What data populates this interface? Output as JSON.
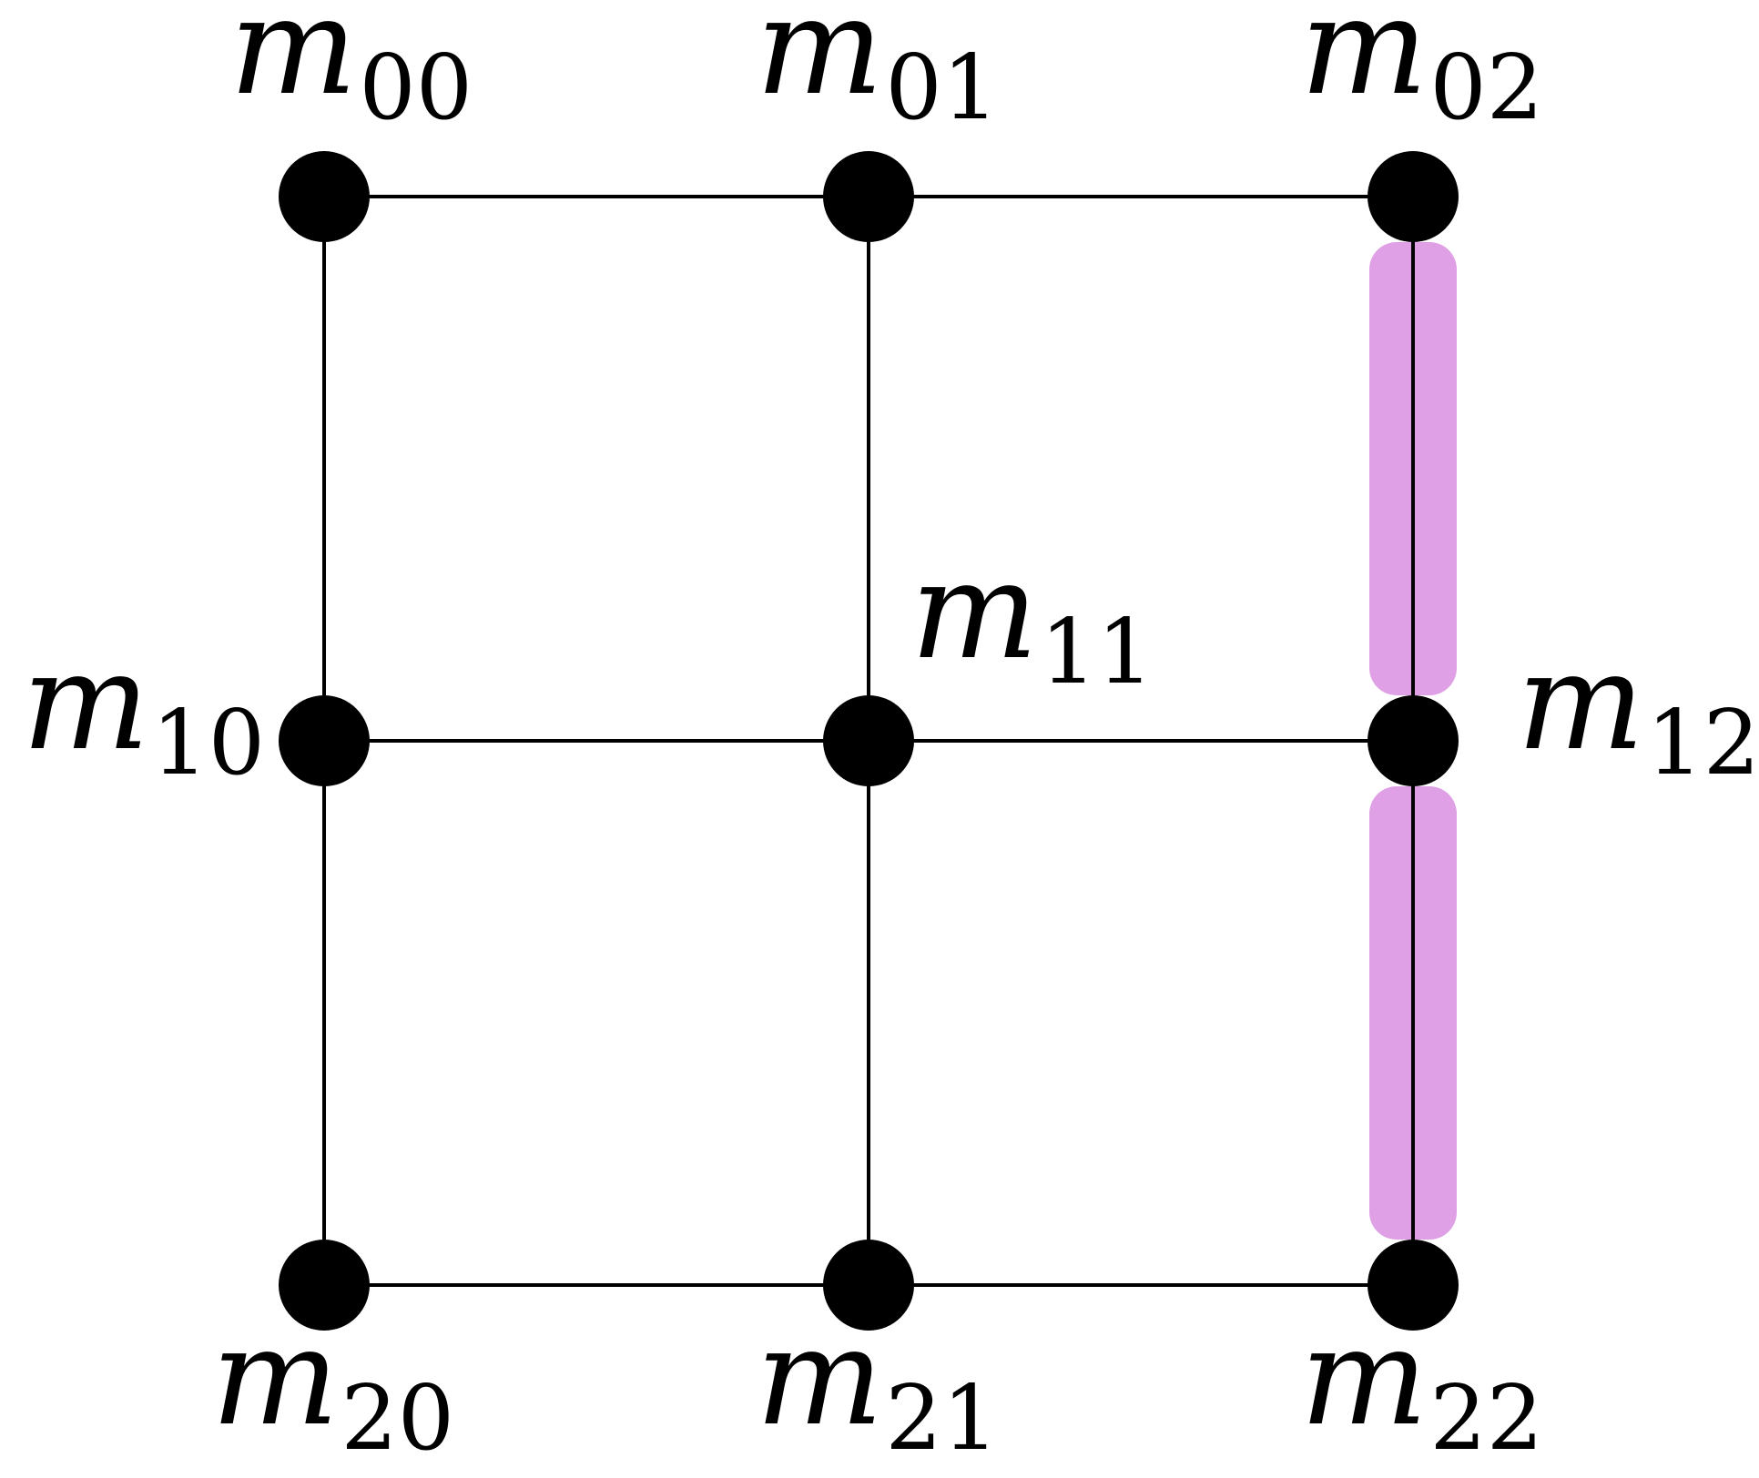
{
  "diagram": {
    "type": "grid-graph",
    "rows": 3,
    "cols": 3,
    "nodes": [
      {
        "id": "m00",
        "row": 0,
        "col": 0,
        "label": {
          "base": "m",
          "sub": "00"
        }
      },
      {
        "id": "m01",
        "row": 0,
        "col": 1,
        "label": {
          "base": "m",
          "sub": "01"
        }
      },
      {
        "id": "m02",
        "row": 0,
        "col": 2,
        "label": {
          "base": "m",
          "sub": "02"
        }
      },
      {
        "id": "m10",
        "row": 1,
        "col": 0,
        "label": {
          "base": "m",
          "sub": "10"
        }
      },
      {
        "id": "m11",
        "row": 1,
        "col": 1,
        "label": {
          "base": "m",
          "sub": "11"
        }
      },
      {
        "id": "m12",
        "row": 1,
        "col": 2,
        "label": {
          "base": "m",
          "sub": "12"
        }
      },
      {
        "id": "m20",
        "row": 2,
        "col": 0,
        "label": {
          "base": "m",
          "sub": "20"
        }
      },
      {
        "id": "m21",
        "row": 2,
        "col": 1,
        "label": {
          "base": "m",
          "sub": "21"
        }
      },
      {
        "id": "m22",
        "row": 2,
        "col": 2,
        "label": {
          "base": "m",
          "sub": "22"
        }
      }
    ],
    "edges": [
      [
        "m00",
        "m01"
      ],
      [
        "m01",
        "m02"
      ],
      [
        "m10",
        "m11"
      ],
      [
        "m11",
        "m12"
      ],
      [
        "m20",
        "m21"
      ],
      [
        "m21",
        "m22"
      ],
      [
        "m00",
        "m10"
      ],
      [
        "m10",
        "m20"
      ],
      [
        "m01",
        "m11"
      ],
      [
        "m11",
        "m21"
      ],
      [
        "m02",
        "m12"
      ],
      [
        "m12",
        "m22"
      ]
    ],
    "highlighted_edges": [
      [
        "m02",
        "m12"
      ],
      [
        "m12",
        "m22"
      ]
    ],
    "colors": {
      "node": "#000000",
      "edge": "#000000",
      "highlight": "#e0a0e6",
      "background": "#ffffff"
    }
  }
}
